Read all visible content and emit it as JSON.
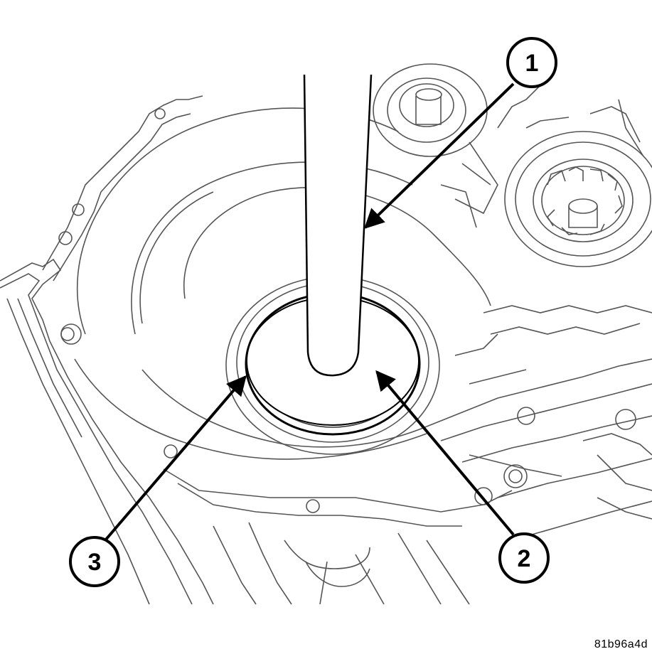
{
  "callouts": [
    {
      "number": "1"
    },
    {
      "number": "2"
    },
    {
      "number": "3"
    }
  ],
  "figure_id": "81b96a4d"
}
